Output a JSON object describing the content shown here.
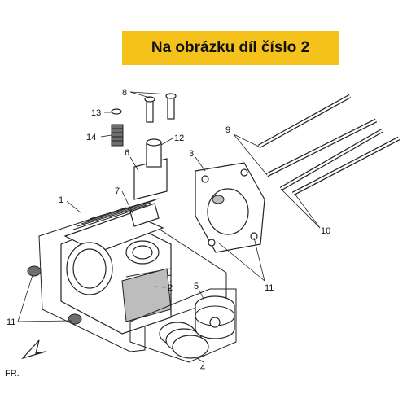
{
  "banner": {
    "text": "Na obrázku díl číslo 2"
  },
  "labels": {
    "l1": "1",
    "l2": "2",
    "l3": "3",
    "l4": "4",
    "l5": "5",
    "l6": "6",
    "l7": "7",
    "l8": "8",
    "l9": "9",
    "l10": "10",
    "l11a": "11",
    "l11b": "11",
    "l12": "12",
    "l13": "13",
    "l14": "14",
    "fr": "FR."
  },
  "colors": {
    "banner_bg": "#f5c21b",
    "line": "#222222"
  }
}
